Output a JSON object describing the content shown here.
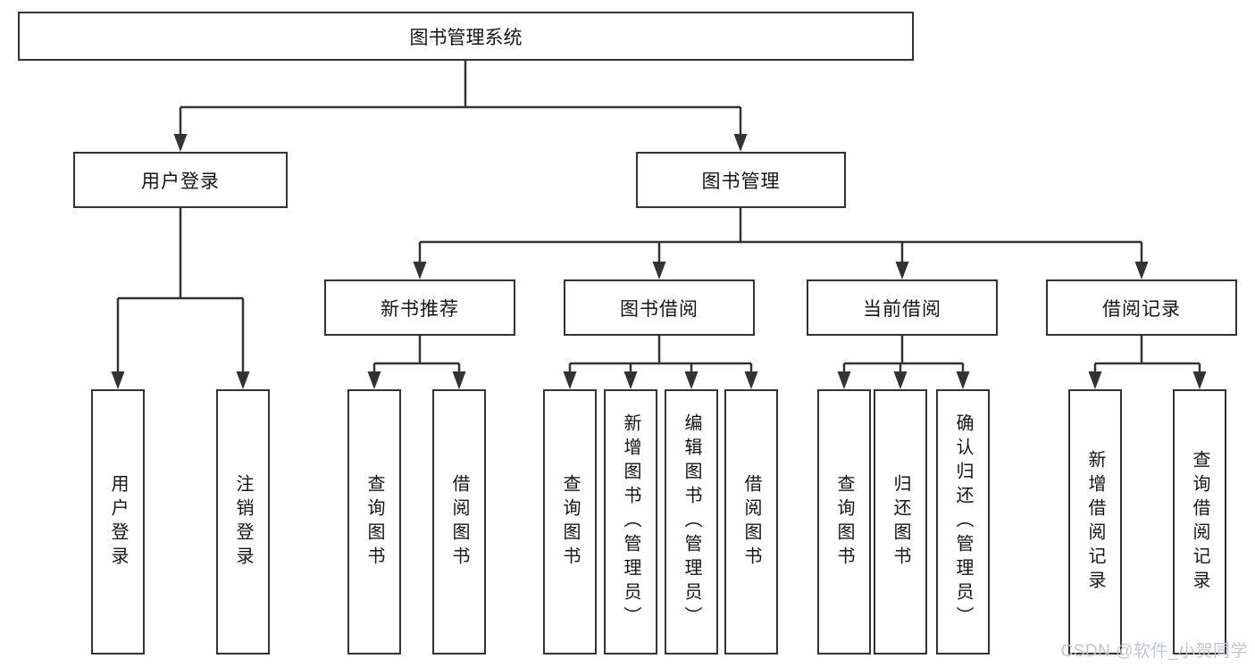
{
  "diagram": {
    "root": "图书管理系统",
    "level2": [
      {
        "label": "用户登录",
        "leaves": [
          "用户登录",
          "注销登录"
        ]
      },
      {
        "label": "图书管理",
        "modules": [
          {
            "label": "新书推荐",
            "leaves": [
              "查询图书",
              "借阅图书"
            ]
          },
          {
            "label": "图书借阅",
            "leaves": [
              "查询图书",
              "新增图书（管理员）",
              "编辑图书（管理员）",
              "借阅图书"
            ]
          },
          {
            "label": "当前借阅",
            "leaves": [
              "查询图书",
              "归还图书",
              "确认归还（管理员）"
            ]
          },
          {
            "label": "借阅记录",
            "leaves": [
              "新增借阅记录",
              "查询借阅记录"
            ]
          }
        ]
      }
    ]
  },
  "watermark": {
    "text": "CSDN @软件_小贺同学"
  },
  "colors": {
    "line": "#333333",
    "text": "#151515",
    "background": "#ffffff",
    "watermark": "#c2c6cc"
  }
}
